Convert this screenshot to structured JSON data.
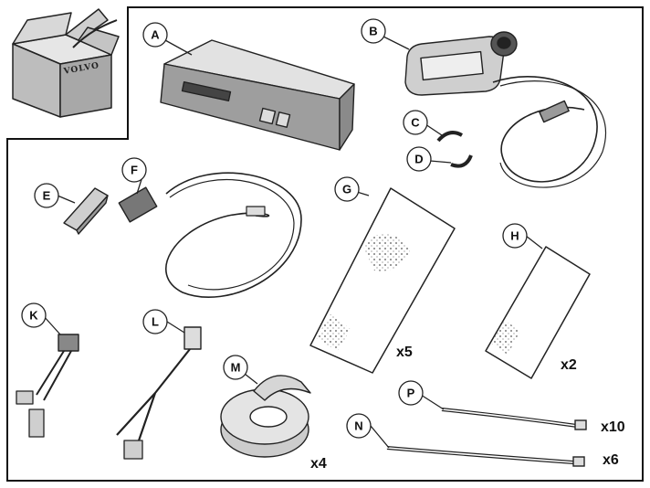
{
  "box": {
    "brand": "VOLVO"
  },
  "parts": [
    {
      "id": "A",
      "quantity": ""
    },
    {
      "id": "B",
      "quantity": ""
    },
    {
      "id": "C",
      "quantity": ""
    },
    {
      "id": "D",
      "quantity": ""
    },
    {
      "id": "E",
      "quantity": ""
    },
    {
      "id": "F",
      "quantity": ""
    },
    {
      "id": "G",
      "quantity": "x5"
    },
    {
      "id": "H",
      "quantity": "x2"
    },
    {
      "id": "K",
      "quantity": ""
    },
    {
      "id": "L",
      "quantity": ""
    },
    {
      "id": "M",
      "quantity": "x4"
    },
    {
      "id": "N",
      "quantity": "x6"
    },
    {
      "id": "P",
      "quantity": "x10"
    }
  ]
}
